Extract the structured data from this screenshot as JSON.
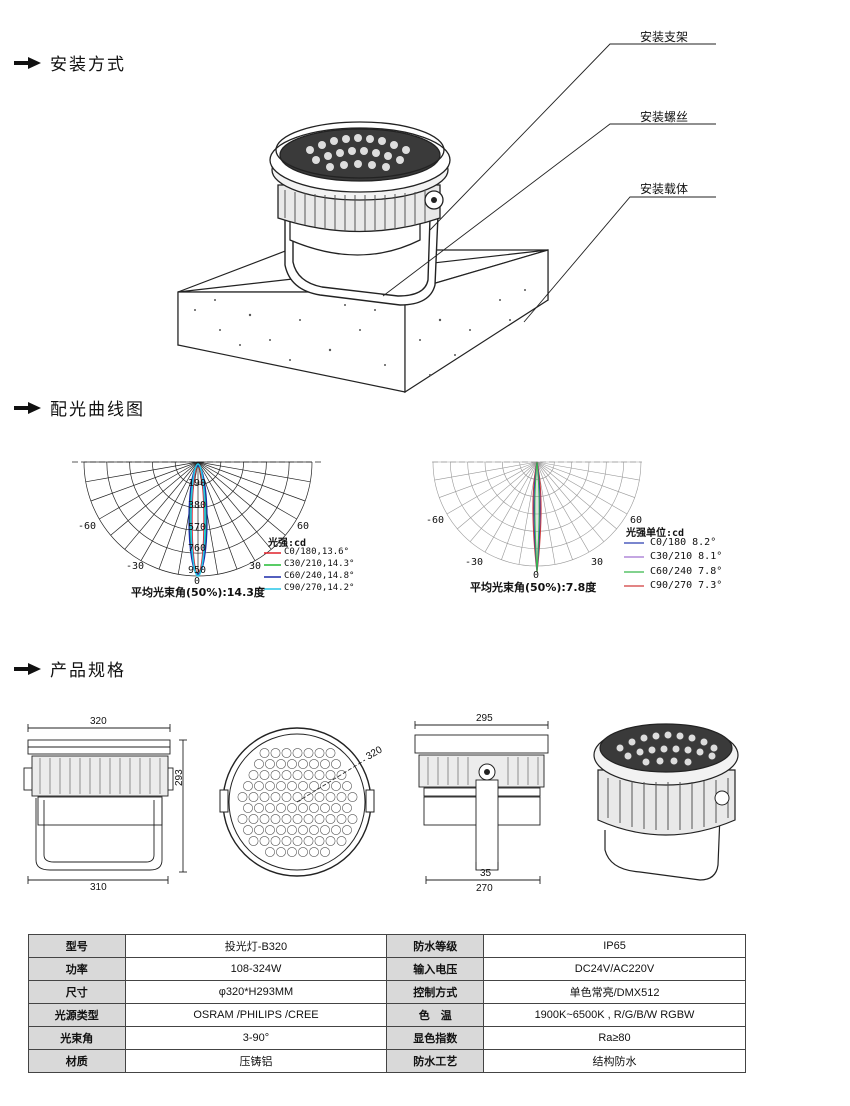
{
  "sections": {
    "install": "安装方式",
    "light_curve": "配光曲线图",
    "spec": "产品规格"
  },
  "callouts": {
    "bracket": "安装支架",
    "screw": "安装螺丝",
    "carrier": "安装载体"
  },
  "polar_left": {
    "labels": {
      "neg60": "-60",
      "pos60": "60",
      "neg30": "-30",
      "pos30": "30",
      "zero": "0"
    },
    "rings": [
      "190",
      "380",
      "570",
      "760",
      "950"
    ],
    "unit": "光强:cd",
    "legend": [
      "C0/180,13.6°",
      "C30/210,14.3°",
      "C60/240,14.8°",
      "C90/270,14.2°"
    ],
    "legend_colors": [
      "#e0202a",
      "#22bb33",
      "#1a2aa8",
      "#27c6e8"
    ],
    "caption": "平均光束角(50%):14.3度"
  },
  "polar_right": {
    "labels": {
      "neg60": "-60",
      "pos60": "60",
      "neg30": "-30",
      "pos30": "30",
      "zero": "0"
    },
    "unit": "光强单位:cd",
    "legend": [
      "C0/180 8.2°",
      "C30/210 8.1°",
      "C60/240 7.8°",
      "C90/270 7.3°"
    ],
    "legend_colors": [
      "#2a3fb0",
      "#a070d0",
      "#37b84a",
      "#d03a3a"
    ],
    "caption": "平均光束角(50%):7.8度"
  },
  "dims": {
    "front_width_top": "320",
    "front_height": "293",
    "front_width_bottom": "310",
    "top_diameter": "320",
    "side_width_top": "295",
    "side_stem": "35",
    "side_width_bottom": "270"
  },
  "spec_table": [
    {
      "k1": "型号",
      "v1": "投光灯-B320",
      "k2": "防水等级",
      "v2": "IP65"
    },
    {
      "k1": "功率",
      "v1": "108-324W",
      "k2": "输入电压",
      "v2": "DC24V/AC220V"
    },
    {
      "k1": "尺寸",
      "v1": "φ320*H293MM",
      "k2": "控制方式",
      "v2": "单色常亮/DMX512"
    },
    {
      "k1": "光源类型",
      "v1": "OSRAM /PHILIPS /CREE",
      "k2": "色　温",
      "v2": "1900K~6500K , R/G/B/W  RGBW"
    },
    {
      "k1": "光束角",
      "v1": "3-90°",
      "k2": "显色指数",
      "v2": "Ra≥80"
    },
    {
      "k1": "材质",
      "v1": "压铸铝",
      "k2": "防水工艺",
      "v2": "结构防水"
    }
  ]
}
